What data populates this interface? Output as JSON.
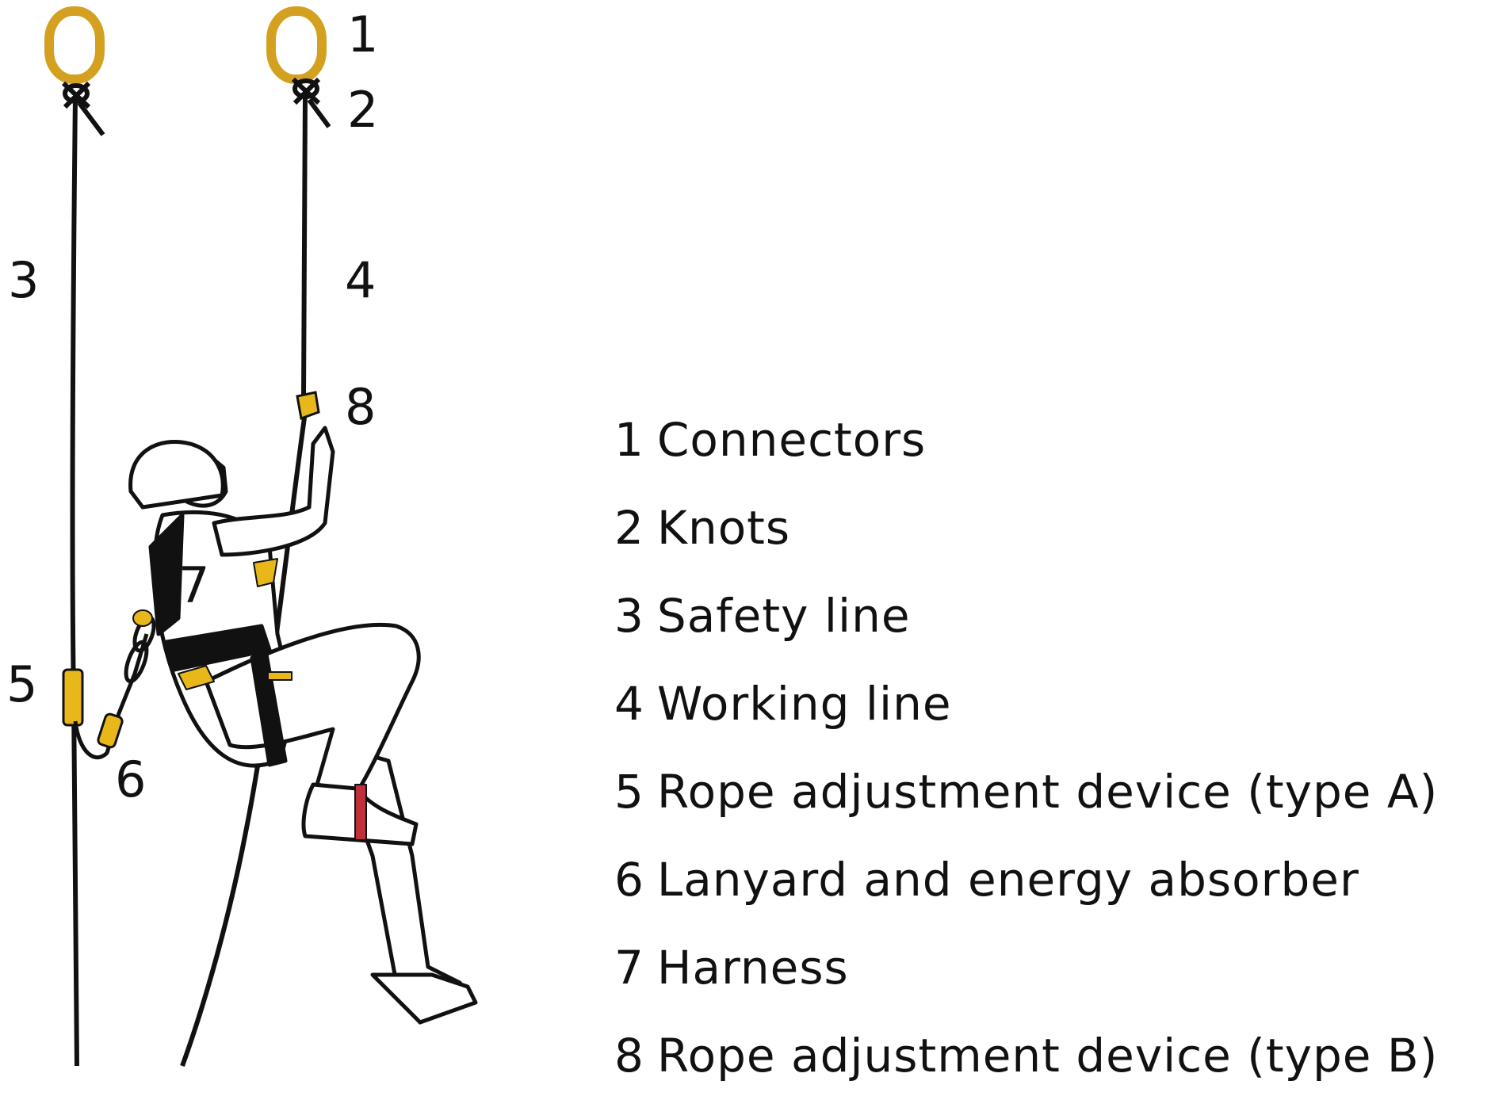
{
  "callouts": [
    "1",
    "2",
    "3",
    "4",
    "5",
    "6",
    "7",
    "8"
  ],
  "legend": [
    {
      "num": "1",
      "label": "Connectors"
    },
    {
      "num": "2",
      "label": "Knots"
    },
    {
      "num": "3",
      "label": "Safety line"
    },
    {
      "num": "4",
      "label": "Working line"
    },
    {
      "num": "5",
      "label": "Rope adjustment device (type A)"
    },
    {
      "num": "6",
      "label": "Lanyard and energy absorber"
    },
    {
      "num": "7",
      "label": "Harness"
    },
    {
      "num": "8",
      "label": "Rope adjustment device (type B)"
    }
  ],
  "colors": {
    "connector": "#d4a020",
    "device": "#e8b81a",
    "foot_strap": "#c0303a",
    "rope": "#111111"
  }
}
